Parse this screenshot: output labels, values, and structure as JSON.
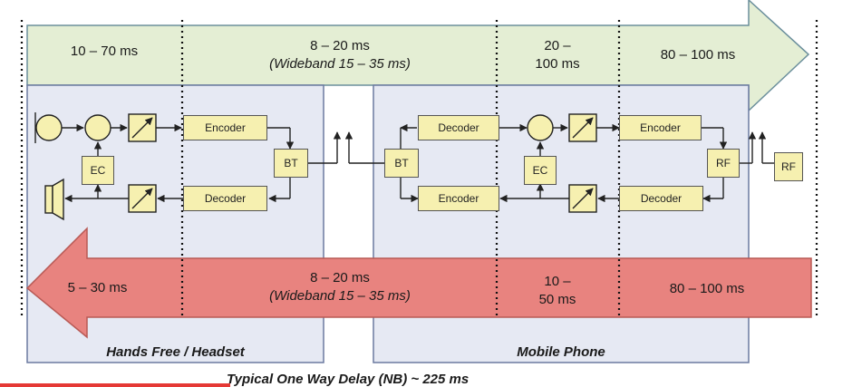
{
  "top_arrow": {
    "seg1": "10 – 70 ms",
    "seg2_line1": "8 – 20 ms",
    "seg2_line2": "(Wideband 15 – 35 ms)",
    "seg3_line1": "20 –",
    "seg3_line2": "100 ms",
    "seg4": "80 – 100 ms"
  },
  "bottom_arrow": {
    "seg1": "5 – 30 ms",
    "seg2_line1": "8 – 20 ms",
    "seg2_line2": "(Wideband 15 – 35 ms)",
    "seg3_line1": "10 –",
    "seg3_line2": "50 ms",
    "seg4": "80 – 100 ms"
  },
  "headset": {
    "caption": "Hands Free / Headset",
    "encoder": "Encoder",
    "decoder": "Decoder",
    "ec": "EC",
    "bt": "BT"
  },
  "phone": {
    "caption": "Mobile Phone",
    "bt": "BT",
    "decoder_left": "Decoder",
    "encoder_left": "Encoder",
    "ec": "EC",
    "encoder_right": "Encoder",
    "decoder_right": "Decoder",
    "rf": "RF"
  },
  "remote_rf": "RF",
  "footer": "Typical One Way Delay (NB) ~ 225 ms",
  "colors": {
    "top_arrow": "#e4eed4",
    "bottom_arrow": "#e8837f",
    "panel": "#e6e9f3",
    "box": "#f6f0b0"
  }
}
